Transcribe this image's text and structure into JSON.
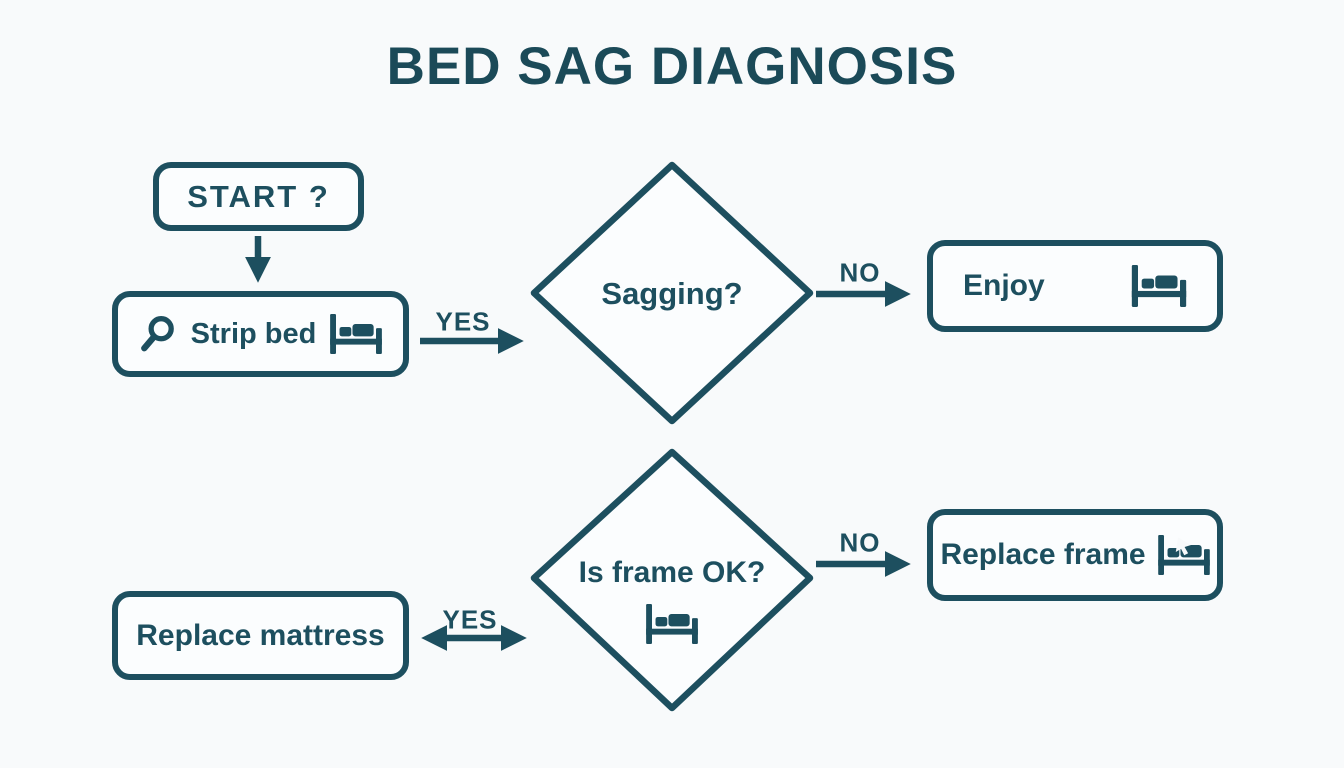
{
  "title": "BED SAG DIAGNOSIS",
  "palette": {
    "accent": "#1d4f5f",
    "title_color": "#1b4a58",
    "background": "#f8fafb"
  },
  "nodes": {
    "start": {
      "label": "START ?",
      "shape": "rounded-box"
    },
    "strip_bed": {
      "label": "Strip bed",
      "shape": "rounded-box",
      "icons": [
        "search-icon",
        "bed-icon"
      ]
    },
    "sagging": {
      "label": "Sagging?",
      "shape": "diamond"
    },
    "enjoy": {
      "label": "Enjoy",
      "shape": "rounded-box",
      "icons": [
        "bed-icon"
      ]
    },
    "is_frame_ok": {
      "label": "Is frame OK?",
      "shape": "diamond",
      "icons": [
        "bed-icon"
      ]
    },
    "replace_frame": {
      "label": "Replace frame",
      "shape": "rounded-box",
      "icons": [
        "bed-icon-with-cursor"
      ]
    },
    "replace_mattress": {
      "label": "Replace mattress",
      "shape": "rounded-box"
    }
  },
  "edges": {
    "start_to_strip_bed": {
      "label": "",
      "direction": "down"
    },
    "strip_bed_to_sagging": {
      "label": "YES",
      "direction": "right"
    },
    "sagging_to_enjoy": {
      "label": "NO",
      "direction": "right"
    },
    "is_frame_ok_to_replace_frame": {
      "label": "NO",
      "direction": "right"
    },
    "is_frame_ok_to_replace_mattress": {
      "label": "YES",
      "direction": "both"
    }
  }
}
